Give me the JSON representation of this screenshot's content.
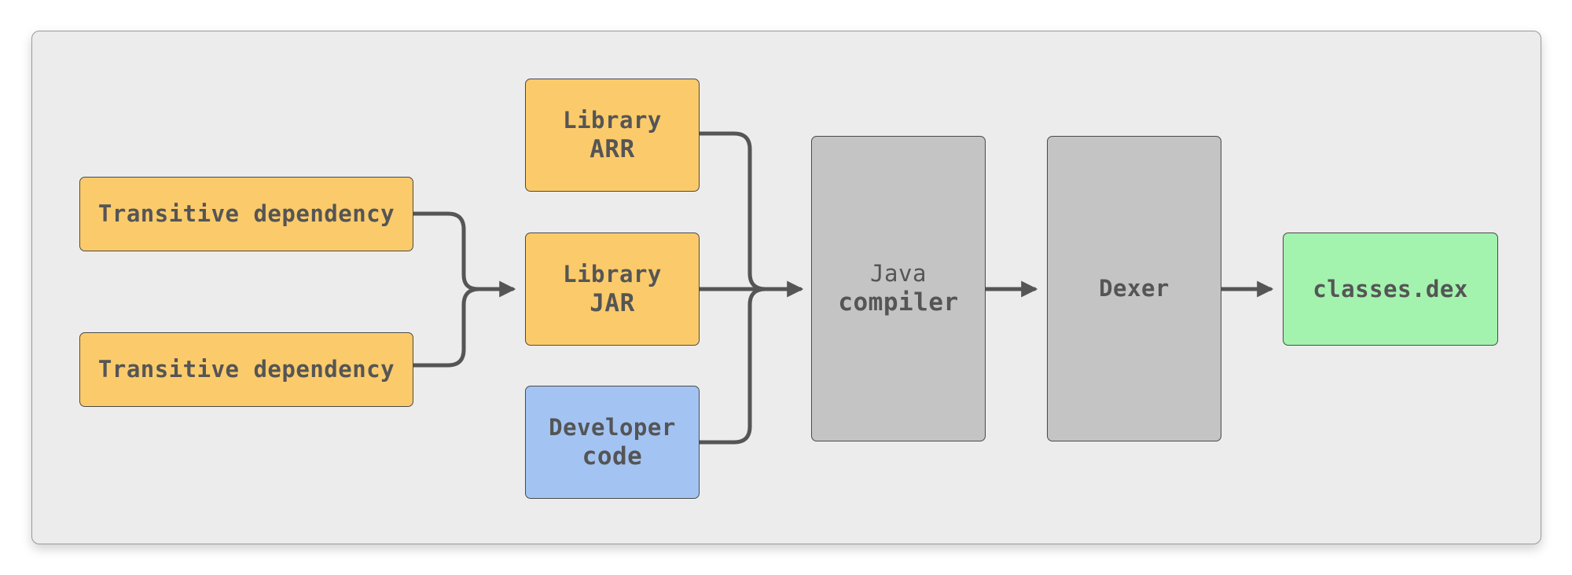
{
  "diagram": {
    "transitive_1": {
      "label": "Transitive dependency"
    },
    "transitive_2": {
      "label": "Transitive dependency"
    },
    "library_arr": {
      "line1": "Library",
      "line2": "ARR"
    },
    "library_jar": {
      "line1": "Library",
      "line2": "JAR"
    },
    "developer_code": {
      "line1": "Developer",
      "line2": "code"
    },
    "java_compiler": {
      "line1": "Java",
      "line2": "compiler"
    },
    "dexer": {
      "label": "Dexer"
    },
    "classes_dex": {
      "label": "classes.dex"
    }
  },
  "colors": {
    "panel_bg": "#ececec",
    "yellow_box": "#fbcb6b",
    "blue_box": "#a3c4f3",
    "gray_box": "#c4c4c4",
    "green_box": "#a3f2ae",
    "text": "#555555",
    "connector": "#555555"
  }
}
